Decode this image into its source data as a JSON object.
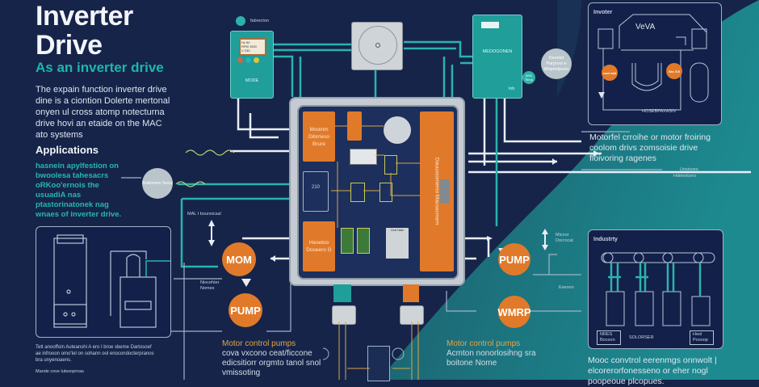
{
  "header": {
    "title_line1": "Inverter",
    "title_line2": "Drive",
    "subtitle": "As  an inverter drive",
    "intro": "The expain function inverter drive dine is a ciontion Dolerte mertonal onyen ul cross atomp notecturna drive hovi an etaide on the MAC ato systems"
  },
  "applications": {
    "heading": "Applications",
    "text": "hasnein apylfestion on bwoolesa tahesacrs oRKoo'ernois the usuadiA nas ptastorinatonek nag wnaes of inverter drive."
  },
  "bottom_left": {
    "caption": "Tett anooffoin Auteanshi A ero I broe sbeme Dartosoef ae infrooon omo'tel on sohann ool enocondocterpranos bra unyenoaens.",
    "note": "Mande cove lutsooprnas"
  },
  "top_center": {
    "badge_icon_label": "fabrecton",
    "hmi_label": "MODE",
    "hmi_screen_lines": [
      "Hz 50",
      "RPM 1500",
      "V 230"
    ],
    "teal_box_label": "MEDOGONEN",
    "teal_box_small": "lob",
    "percent_badge": "40% Temp"
  },
  "circles": {
    "left_grey": "Boitonem Sooo",
    "right_grey": "Desrisd Parposo e Wopmdpooo"
  },
  "controller": {
    "orange_tl": "Mooinm Dibrrieso Brure",
    "orange_right": "Dauuosomemo Mausocrnem",
    "orange_bl": "Hesetoo Doseero G",
    "meter_value": "210",
    "center_module": "Ceat Nase"
  },
  "nodes": {
    "mom": "MOM",
    "pump_left": "PUMP",
    "pump_right": "PUMP",
    "wmrp": "WMRP"
  },
  "labels": {
    "mal": "MAL I bounsicsal",
    "nicher": "Niocehter Nomes",
    "micnar": "Micnor Docrocal",
    "esoon": "Eseoon",
    "right_small1": "Unsisoes",
    "right_small2": "Hdeeolcero"
  },
  "left_controls": {
    "heading": "Motor control pumps",
    "text": "cova vxcono ceat/ficcone edicsitiorr orgmto tanol snol vmissoting"
  },
  "right_controls": {
    "heading": "Motor control pumps",
    "text": "Acmton nonorlosihng sra boitone Nome"
  },
  "inverter_panel": {
    "title": "Invoter",
    "label_top": "VeVA",
    "label_bottom": "HOSEBPAXASIV",
    "node1": "cool stat",
    "node2": "Sec 5.5"
  },
  "right_desc_top": "Motorfel crroihe or motor froiring coolom drivs zomsoisie drive floivoring ragenes",
  "industry_panel": {
    "title": "Industrty",
    "box1": "NRES Bocoon",
    "box2": "SOLORSER",
    "box3": "Heol Poooop"
  },
  "right_desc_bottom": "Mooc convtrol eerenmgs onnwolt | elcorerorfonesseno or eher nogl poopeoue plcopues."
}
